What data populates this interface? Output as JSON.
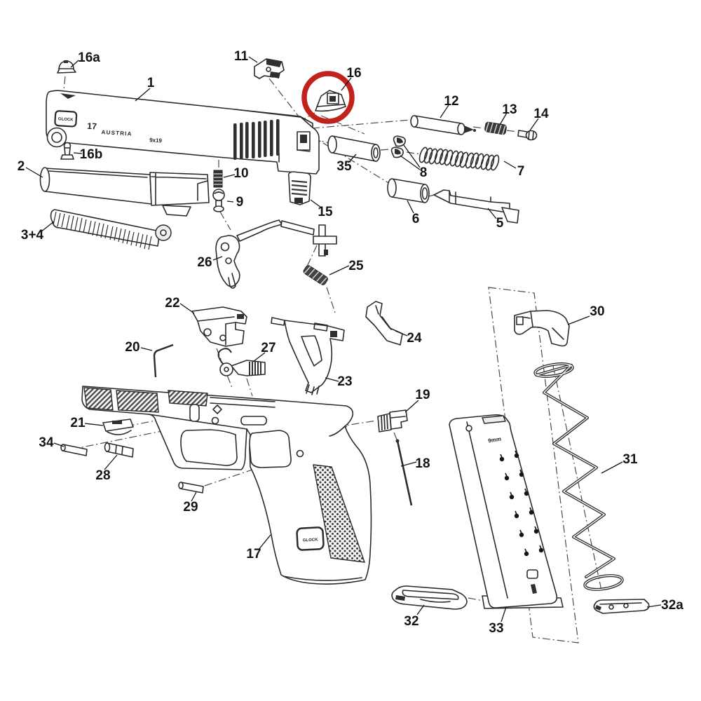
{
  "figure": {
    "description_colors": {
      "highlight": "#c1221c",
      "line": "#2b2b2b",
      "background": "#ffffff"
    }
  },
  "highlight": {
    "circled_part": "16"
  },
  "slide_markings": {
    "logo": "GLOCK",
    "model": "17",
    "origin": "AUSTRIA",
    "caliber": "9x19"
  },
  "grip_logo": "GLOCK",
  "magazine_marking": "9mm",
  "labels": [
    {
      "text": "16a"
    },
    {
      "text": "1"
    },
    {
      "text": "11"
    },
    {
      "text": "16"
    },
    {
      "text": "12"
    },
    {
      "text": "13"
    },
    {
      "text": "14"
    },
    {
      "text": "2"
    },
    {
      "text": "16b"
    },
    {
      "text": "10"
    },
    {
      "text": "9"
    },
    {
      "text": "35"
    },
    {
      "text": "8"
    },
    {
      "text": "7"
    },
    {
      "text": "15"
    },
    {
      "text": "6"
    },
    {
      "text": "5"
    },
    {
      "text": "3+4"
    },
    {
      "text": "26"
    },
    {
      "text": "25"
    },
    {
      "text": "22"
    },
    {
      "text": "20"
    },
    {
      "text": "27"
    },
    {
      "text": "23"
    },
    {
      "text": "24"
    },
    {
      "text": "30"
    },
    {
      "text": "19"
    },
    {
      "text": "21"
    },
    {
      "text": "34"
    },
    {
      "text": "28"
    },
    {
      "text": "18"
    },
    {
      "text": "29"
    },
    {
      "text": "31"
    },
    {
      "text": "17"
    },
    {
      "text": "32"
    },
    {
      "text": "33"
    },
    {
      "text": "32a"
    }
  ]
}
